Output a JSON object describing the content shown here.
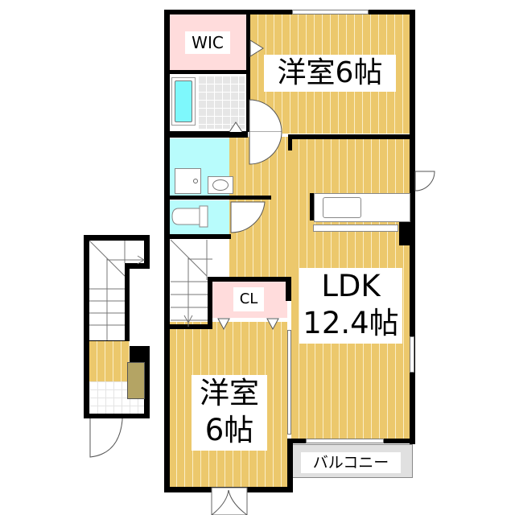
{
  "floor_plan": {
    "rooms": {
      "wic": {
        "label": "WIC",
        "color": "#ffdcdc"
      },
      "western_room_north": {
        "label": "洋室6帖",
        "type": "洋室",
        "size": "6帖",
        "color": "#ecc86c"
      },
      "ldk": {
        "label_line1": "LDK",
        "label_line2": "12.4帖",
        "type": "LDK",
        "size": "12.4帖",
        "color": "#ecc86c"
      },
      "closet": {
        "label": "CL",
        "color": "#ffdcdc"
      },
      "western_room_south": {
        "label_line1": "洋室",
        "label_line2": "6帖",
        "type": "洋室",
        "size": "6帖",
        "color": "#ecc86c"
      },
      "balcony": {
        "label": "バルコニー",
        "color": "#e0e0e0"
      },
      "bathroom": {
        "color": "#b8fcfc"
      },
      "washroom": {
        "color": "#b8fcfc"
      },
      "toilet": {
        "color": "#b8fcfc"
      }
    },
    "icons": [
      "bathtub-icon",
      "washing-machine-icon",
      "sink-icon",
      "toilet-icon",
      "kitchen-sink-icon",
      "staircase-icon",
      "door-swing-icon",
      "entrance-door-icon"
    ],
    "colors": {
      "wall": "#000000",
      "wood_floor": "#ecc86c",
      "water_area": "#b8fcfc",
      "storage": "#ffdcdc",
      "entry_floor": "#b4a464"
    }
  }
}
